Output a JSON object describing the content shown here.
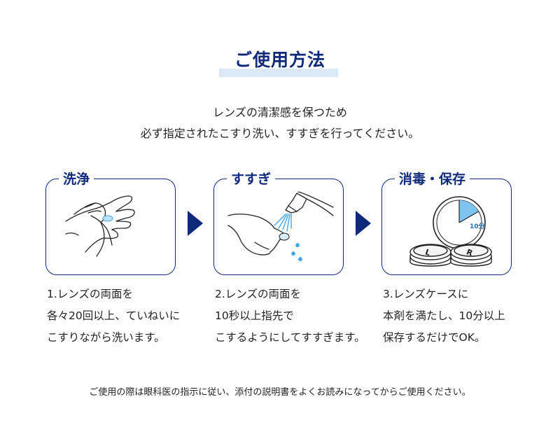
{
  "title": "ご使用方法",
  "intro": {
    "line1": "レンズの清潔感を保つため",
    "line2": "必ず指定されたこすり洗い、すすぎを行ってください。"
  },
  "steps": [
    {
      "label": "洗浄",
      "lines": [
        "1.レンズの両面を",
        "各々20回以上、ていねいに",
        "こすりながら洗います。"
      ]
    },
    {
      "label": "すすぎ",
      "lines": [
        "2.レンズの両面を",
        "10秒以上指先で",
        "こするようにしてすすぎます。"
      ]
    },
    {
      "label": "消毒・保存",
      "lines": [
        "3.レンズケースに",
        "本剤を満たし、10分以上",
        "保存するだけでOK。"
      ],
      "timer_label": "10分",
      "case_letters": [
        "L",
        "R"
      ]
    }
  ],
  "footer_note": "ご使用の際は眼科医の指示に従い、添付の説明書をよくお読みになってからご使用ください。",
  "colors": {
    "accent": "#0f2a7a",
    "highlight": "#dbe9f7",
    "water": "#3fa6e8",
    "timer": "#7dc4f0"
  },
  "icons": [
    "hands-washing-icon",
    "rinsing-hand-icon",
    "lens-case-timer-icon",
    "step-arrow-icon"
  ]
}
